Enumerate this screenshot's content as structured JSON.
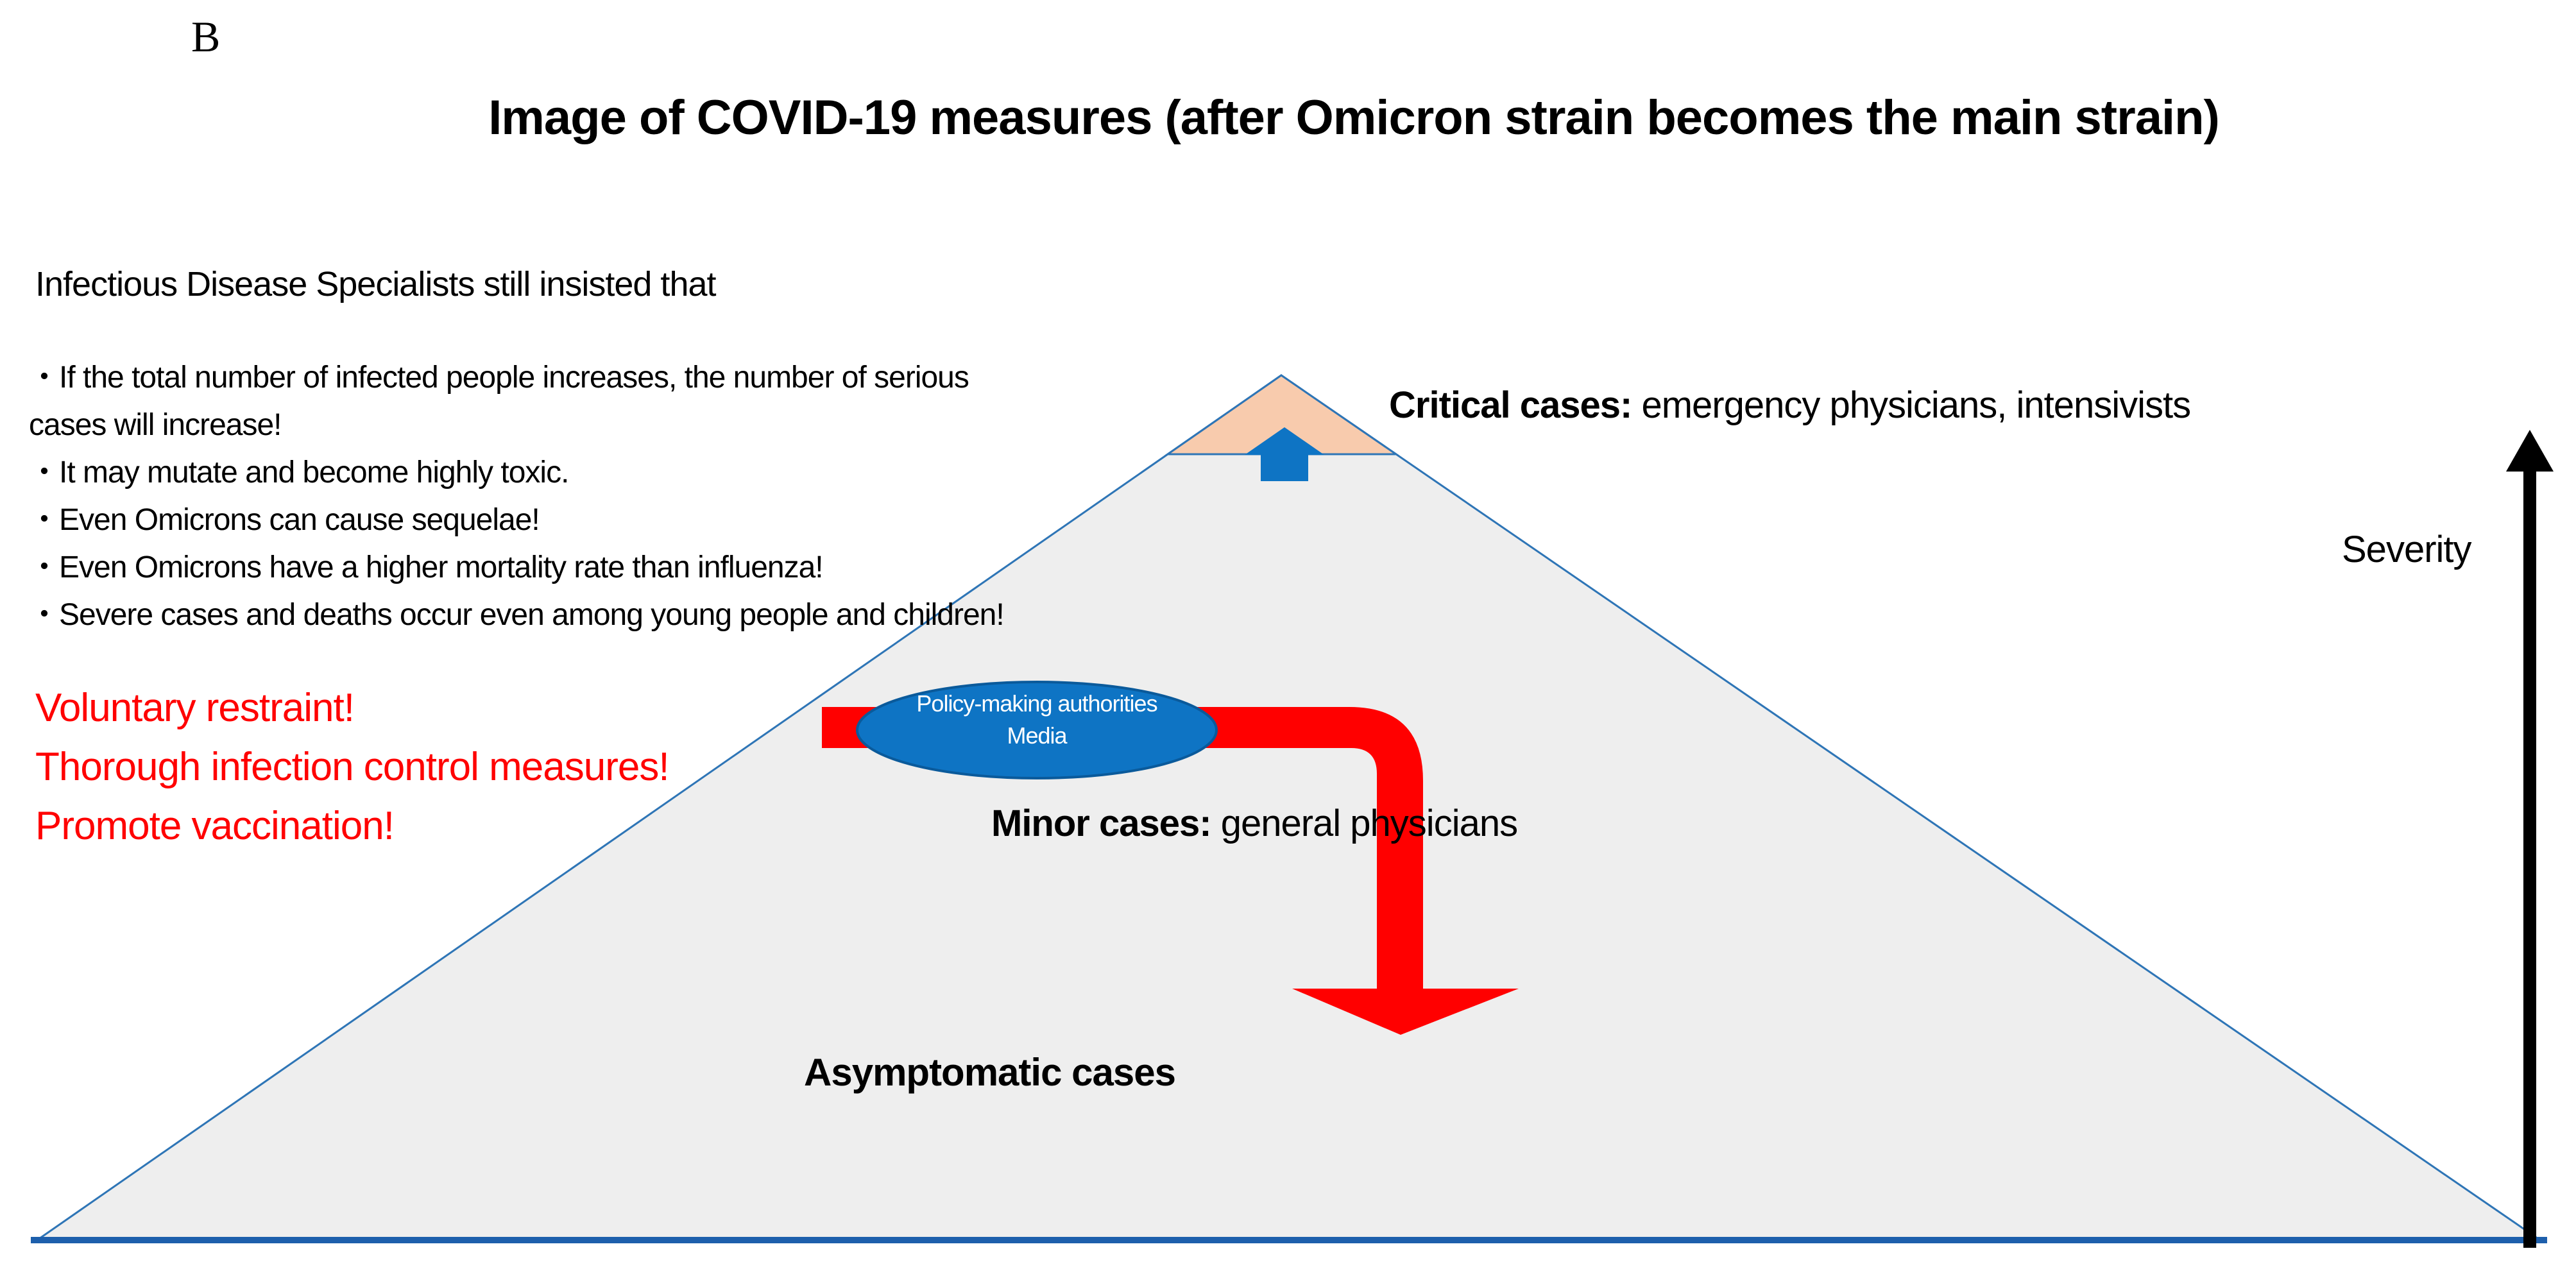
{
  "panel_label": "B",
  "title": "Image of COVID-19 measures (after Omicron strain becomes the main strain)",
  "specialists": {
    "heading": "Infectious Disease Specialists still insisted that",
    "claims": [
      "・If the total number of infected people increases, the number of serious",
      "cases will increase!",
      "・It may mutate and become highly toxic.",
      "・Even Omicrons can cause sequelae!",
      "・Even Omicrons have a higher mortality rate than influenza!",
      "・Severe cases and deaths occur even among young people and children!"
    ]
  },
  "measures": {
    "line1": "Voluntary restraint!",
    "line2": "Thorough infection control measures!",
    "line3": "Promote vaccination!"
  },
  "pyramid": {
    "critical": {
      "label": "Critical cases:",
      "rest": " emergency physicians, intensivists"
    },
    "minor": {
      "label": "Minor cases:",
      "rest": " general physicians"
    },
    "asymptomatic": "Asymptomatic cases",
    "ellipse": {
      "line1": "Policy-making authorities",
      "line2": "Media"
    }
  },
  "axis": {
    "label": "Severity"
  },
  "colors": {
    "ellipse_blue": "#0E74C4",
    "arrow_blue": "#0E74C4",
    "triangle_border_blue": "#2E75B6",
    "base_line_blue": "#1D5FAC",
    "pyramid_gray": "#EEEEEE",
    "apex_peach": "#F8CBAD",
    "alert_red": "#FF0000",
    "axis_black": "#000000"
  }
}
